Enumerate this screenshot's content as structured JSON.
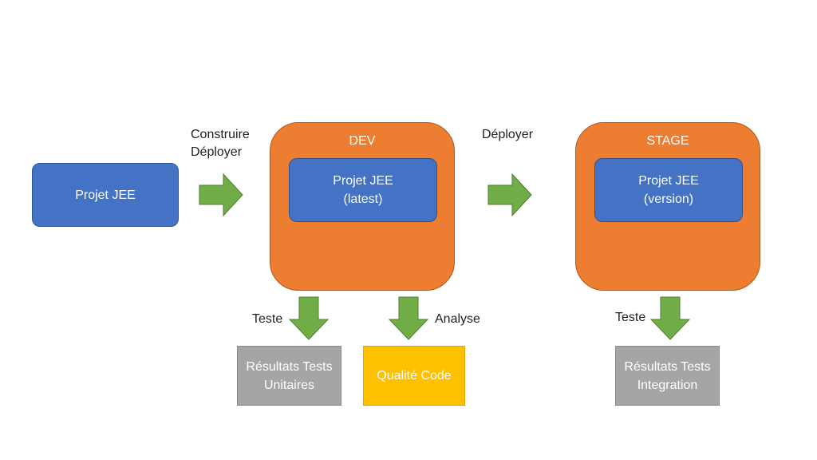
{
  "source": {
    "label": "Projet JEE"
  },
  "environments": [
    {
      "title": "DEV",
      "project_label": "Projet JEE\n(latest)"
    },
    {
      "title": "STAGE",
      "project_label": "Projet JEE\n(version)"
    }
  ],
  "arrow_labels": {
    "build_deploy": "Construire\nDéployer",
    "deploy": "Déployer",
    "test_dev": "Teste",
    "analyse": "Analyse",
    "test_stage": "Teste"
  },
  "outputs": {
    "unit_tests": "Résultats Tests\nUnitaires",
    "code_quality": "Qualité Code",
    "integration_tests": "Résultats Tests\nIntegration"
  },
  "colors": {
    "project": "#4472c4",
    "environment": "#ed7d31",
    "arrow": "#70ad47",
    "result": "#a5a5a5",
    "quality": "#ffc000"
  }
}
